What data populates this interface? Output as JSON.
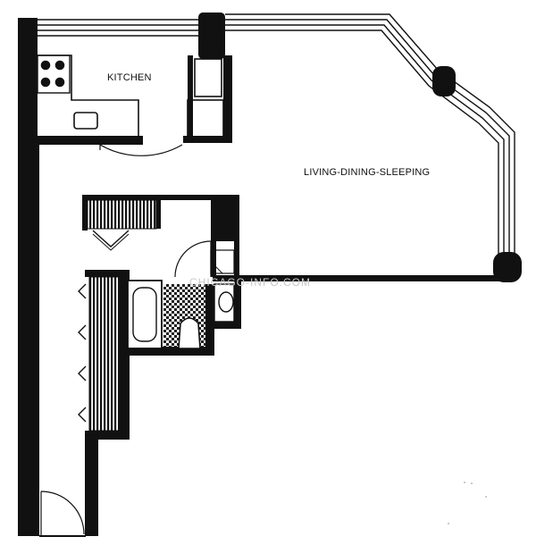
{
  "rooms": {
    "kitchen": "KITCHEN",
    "living": "LIVING-DINING-SLEEPING"
  },
  "watermark": "CHICAGO-INFO.COM",
  "colors": {
    "ink": "#111111",
    "paper": "#ffffff",
    "watermark": "#c8c8c8"
  }
}
